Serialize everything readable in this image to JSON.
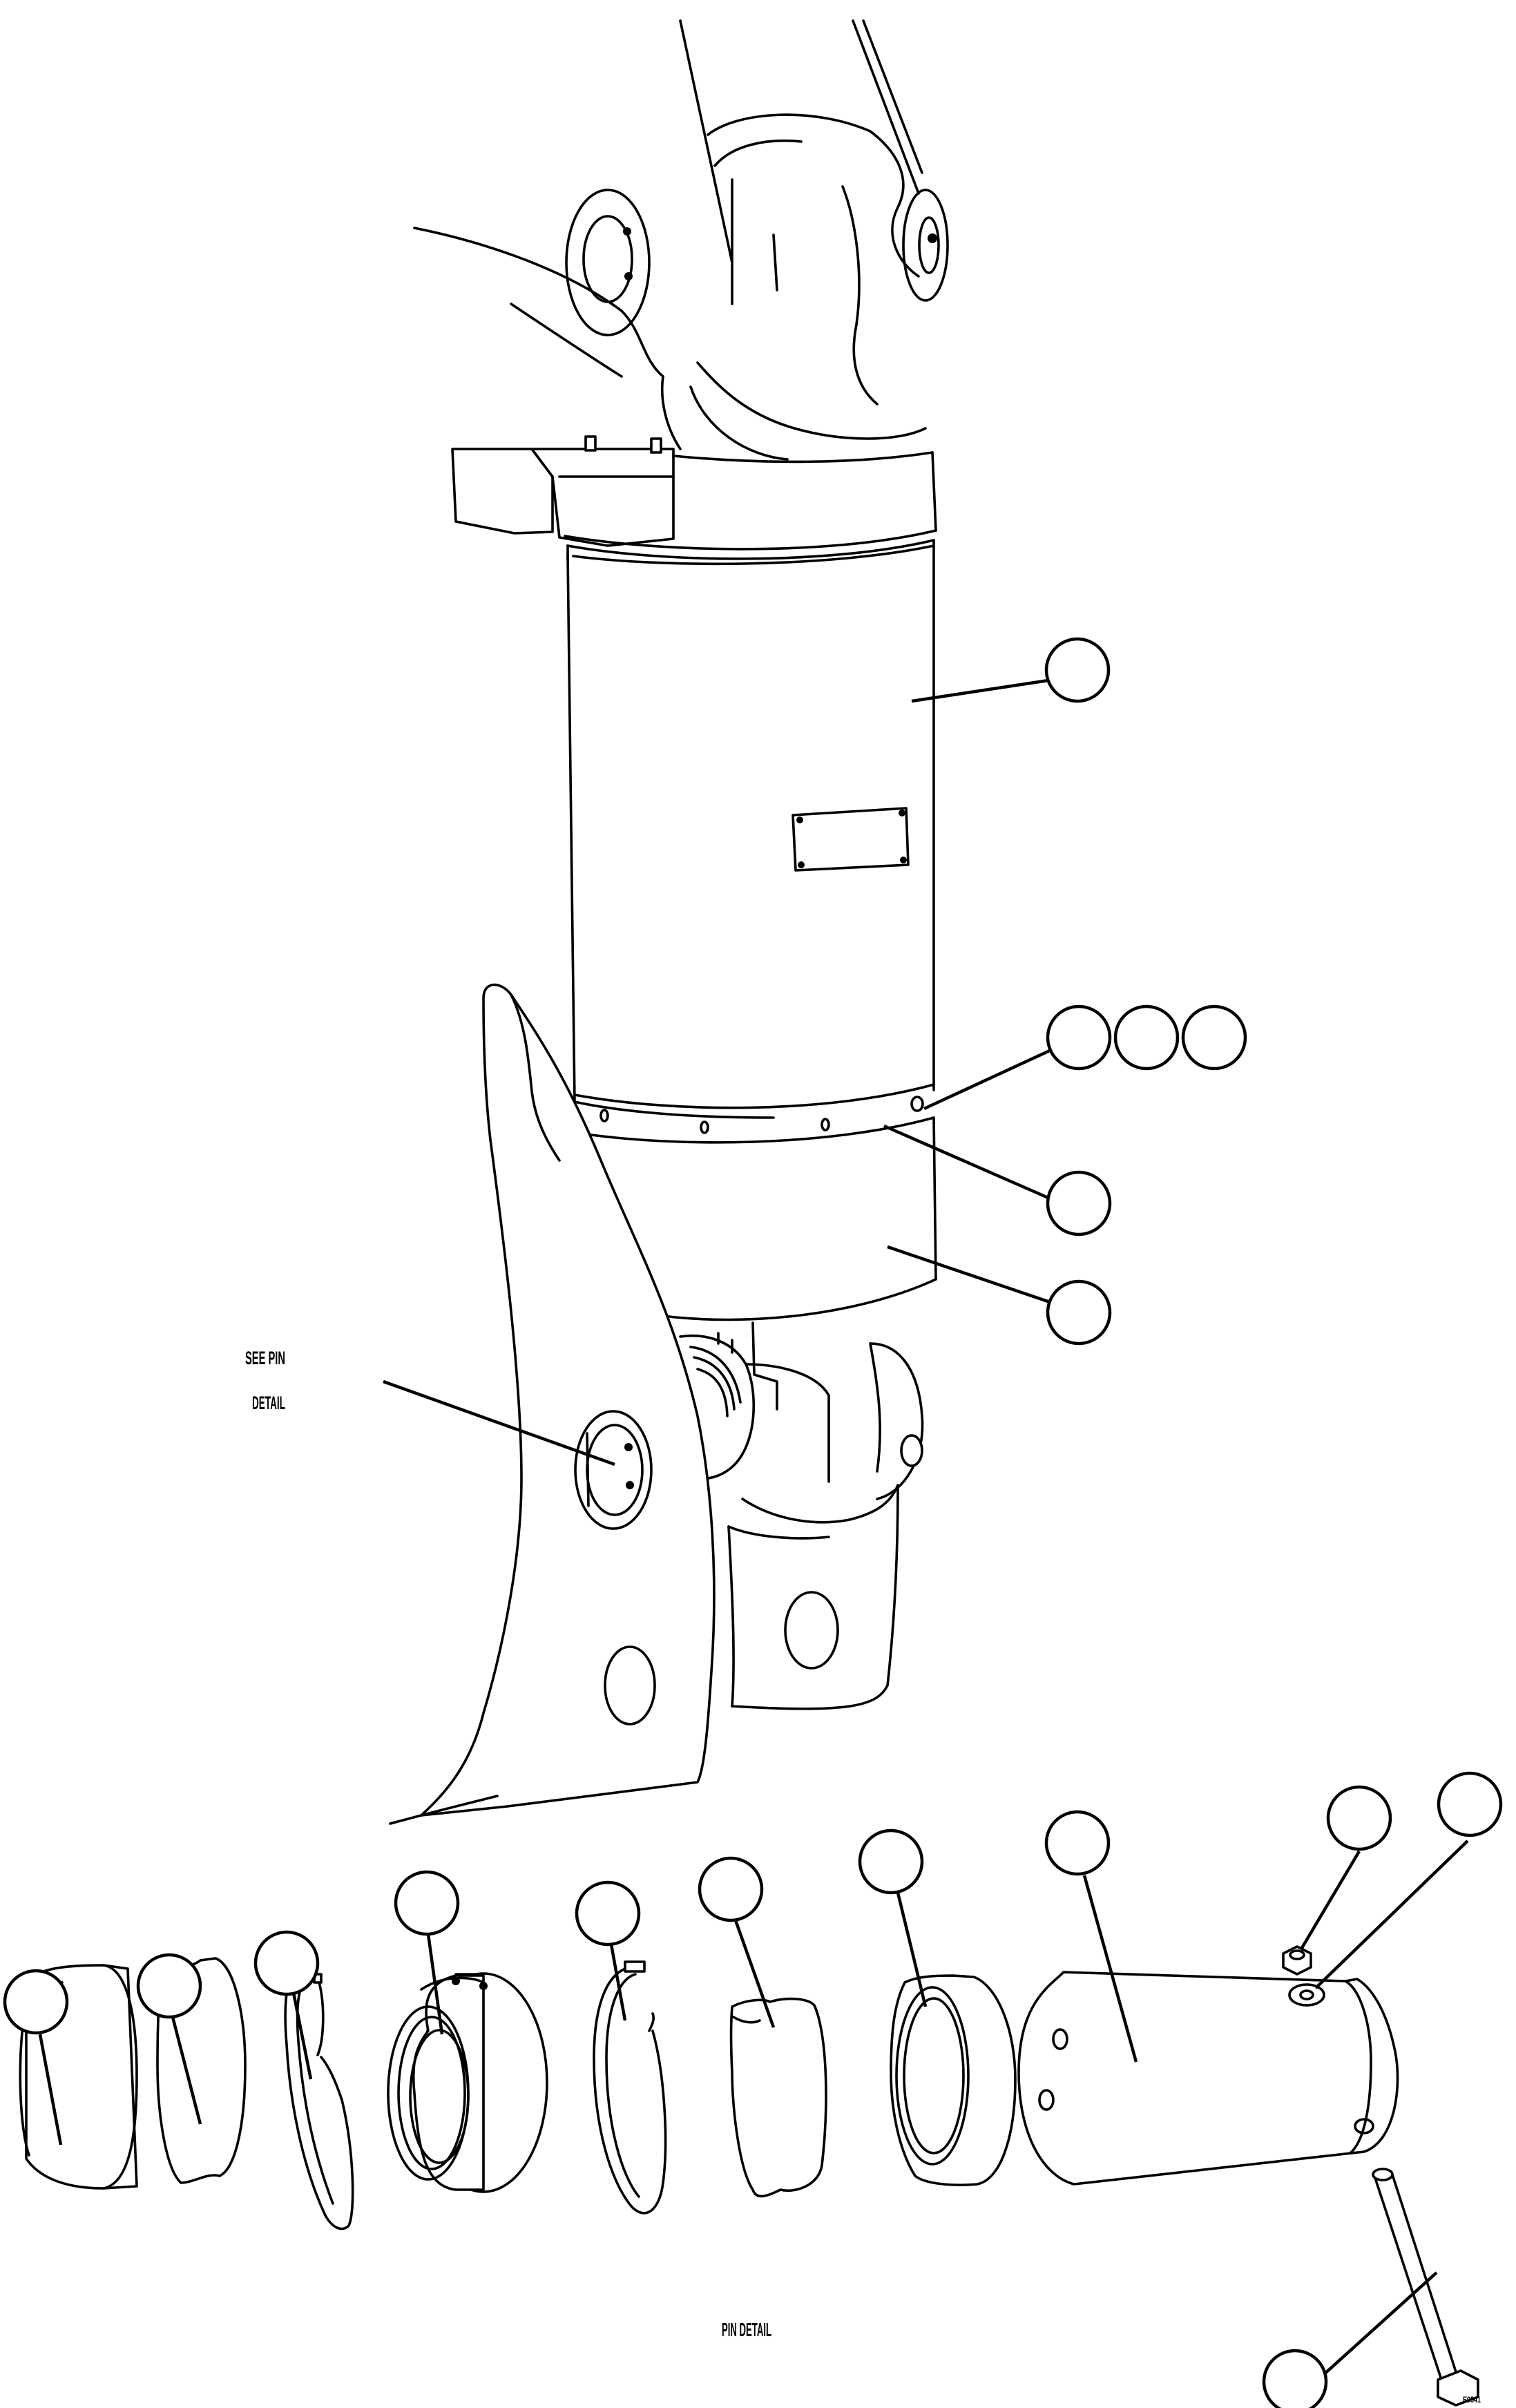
{
  "labels": {
    "see_pin_line1": "SEE PIN",
    "see_pin_line2": "DETAIL",
    "pin_detail": "PIN DETAIL",
    "drawing_code": "E9541"
  },
  "callouts": [
    {
      "id": "cylinder-body"
    },
    {
      "id": "band-bolt-a"
    },
    {
      "id": "band-bolt-b"
    },
    {
      "id": "band-bolt-c"
    },
    {
      "id": "band-ring"
    },
    {
      "id": "lower-housing"
    },
    {
      "id": "pin-sleeve-outer"
    },
    {
      "id": "pin-seal-outer"
    },
    {
      "id": "snap-ring-outer"
    },
    {
      "id": "spherical-bearing"
    },
    {
      "id": "snap-ring-inner"
    },
    {
      "id": "pin-seal-inner"
    },
    {
      "id": "pin-sleeve-inner"
    },
    {
      "id": "pivot-pin"
    },
    {
      "id": "lock-nut"
    },
    {
      "id": "washer"
    },
    {
      "id": "lock-bolt"
    }
  ]
}
